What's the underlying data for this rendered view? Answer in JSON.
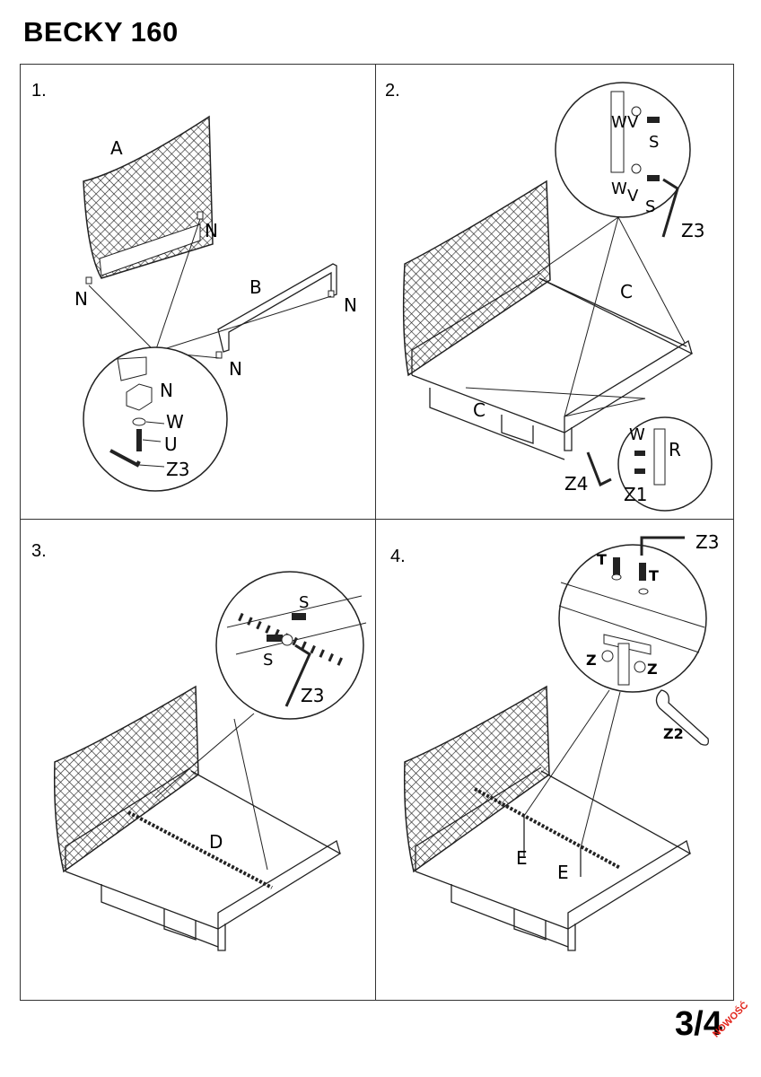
{
  "document": {
    "title": "BECKY 160",
    "page_number": "3/4",
    "stamp": "NOWOŚĆ"
  },
  "steps": [
    {
      "number": "1.",
      "labels": [
        "A",
        "B",
        "N",
        "N",
        "N",
        "N",
        "N",
        "W",
        "U",
        "Z3"
      ]
    },
    {
      "number": "2.",
      "labels": [
        "W",
        "V",
        "S",
        "W",
        "V",
        "S",
        "Z3",
        "C",
        "C",
        "W",
        "R",
        "Z4",
        "Z1"
      ]
    },
    {
      "number": "3.",
      "labels": [
        "S",
        "S",
        "Z3",
        "D"
      ]
    },
    {
      "number": "4.",
      "labels": [
        "Z3",
        "T",
        "T",
        "Z",
        "Z",
        "Z2",
        "E",
        "E"
      ]
    }
  ],
  "colors": {
    "line": "#222222",
    "stamp": "#e2231a"
  }
}
